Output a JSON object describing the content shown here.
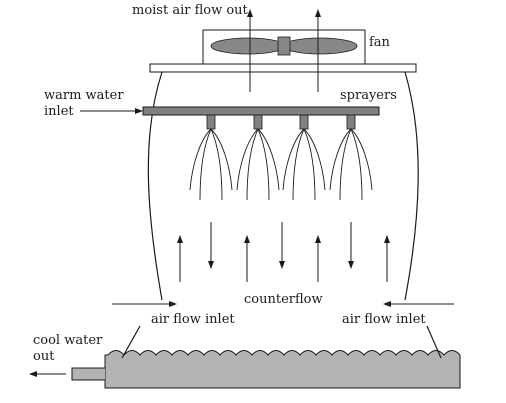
{
  "labels": {
    "moist_air": "moist air flow out",
    "fan": "fan",
    "warm_water_line1": "warm water",
    "warm_water_line2": "inlet",
    "sprayers": "sprayers",
    "counterflow": "counterflow",
    "air_inlet_left": "air flow inlet",
    "air_inlet_right": "air flow inlet",
    "cool_water_line1": "cool water",
    "cool_water_line2": "out"
  },
  "colors": {
    "line": "#1a1a1a",
    "pipe_fill": "#808080",
    "fan_fill": "#888888",
    "water_fill": "#b3b3b3",
    "background": "#ffffff"
  }
}
